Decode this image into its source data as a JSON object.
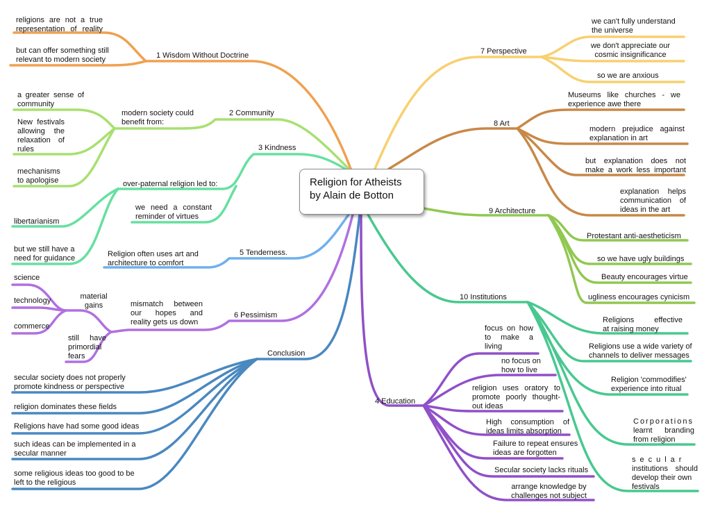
{
  "central": {
    "line1": "Religion for Atheists",
    "line2": "by Alain de Botton"
  },
  "colors": {
    "wisdom": "#f0a050",
    "community": "#a8e070",
    "kindness": "#66e0a0",
    "tenderness": "#70b0ec",
    "pessimism": "#b070e0",
    "conclusion": "#4a88c0",
    "perspective": "#f8d070",
    "art": "#c88848",
    "architecture": "#90c850",
    "institutions": "#48c890",
    "education": "#9050c8"
  },
  "branches": {
    "wisdom": {
      "label": "1 Wisdom Without Doctrine",
      "items": [
        "religions are not a true",
        "representation of reality",
        "but can offer something still",
        "relevant to modern society"
      ]
    },
    "community": {
      "label": "2 Community",
      "sub": [
        "modern society could",
        "benefit from:"
      ],
      "items": [
        "a greater sense of",
        "community",
        "New festivals",
        "allowing the",
        "relaxation of",
        "rules",
        "mechanisms",
        "to apologise"
      ]
    },
    "kindness": {
      "label": "3 Kindness",
      "sub": "over-paternal religion led to:",
      "items": [
        "we need a constant",
        "reminder of virtues",
        "libertarianism",
        "but we still have a",
        "need for guidance"
      ]
    },
    "tenderness": {
      "label": "5 Tenderness.",
      "items": [
        "Religion often uses art and",
        "architecture to comfort"
      ]
    },
    "pessimism": {
      "label": "6 Pessimism",
      "sub": [
        "mismatch between",
        "our hopes and",
        "reality gets us down"
      ],
      "gains": [
        "material",
        "gains"
      ],
      "fears": [
        "still have",
        "primordial",
        "fears"
      ],
      "items": [
        "science",
        "technology",
        "commerce"
      ]
    },
    "conclusion": {
      "label": "Conclusion",
      "items": [
        "secular society does not properly",
        "promote kindness or perspective",
        "religion dominates these fields",
        "Religions have had some good ideas",
        "such ideas can be implemented in a",
        "secular manner",
        "some religious ideas too good to be",
        "left to the religious"
      ]
    },
    "perspective": {
      "label": "7 Perspective",
      "items": [
        "we can't fully understand",
        "the universe",
        "we don't appreciate our",
        "cosmic insignificance",
        "so we are anxious"
      ]
    },
    "art": {
      "label": "8 Art",
      "items": [
        "Museums like churches - we",
        "experience awe there",
        "modern prejudice against",
        "explanation in art",
        "but explanation does not",
        "make a work less important",
        "explanation helps",
        "communication of",
        "ideas in the art"
      ]
    },
    "architecture": {
      "label": "9 Architecture",
      "items": [
        "Protestant anti-aestheticism",
        "so we have ugly buildings",
        "Beauty encourages virtue",
        "ugliness encourages cynicism"
      ]
    },
    "institutions": {
      "label": "10 Institutions",
      "items": [
        "Religions effective",
        "at raising money",
        "Religions use a wide variety of",
        "channels to deliver messages",
        "Religion 'commodifies'",
        "experience into ritual",
        "Corporations",
        "learnt branding",
        "from religion",
        "secular",
        "institutions should",
        "develop their own",
        "festivals"
      ]
    },
    "education": {
      "label": "4 Education",
      "items": [
        "focus on how",
        "to make a",
        "living",
        "no focus on",
        "how to live",
        "religion uses oratory to",
        "promote poorly thought-",
        "out ideas",
        "High consumption of",
        "ideas limits absorption",
        "Failure to repeat ensures",
        "ideas are forgotten",
        "Secular society lacks rituals",
        "arrange knowledge by",
        "challenges not subject"
      ]
    }
  }
}
